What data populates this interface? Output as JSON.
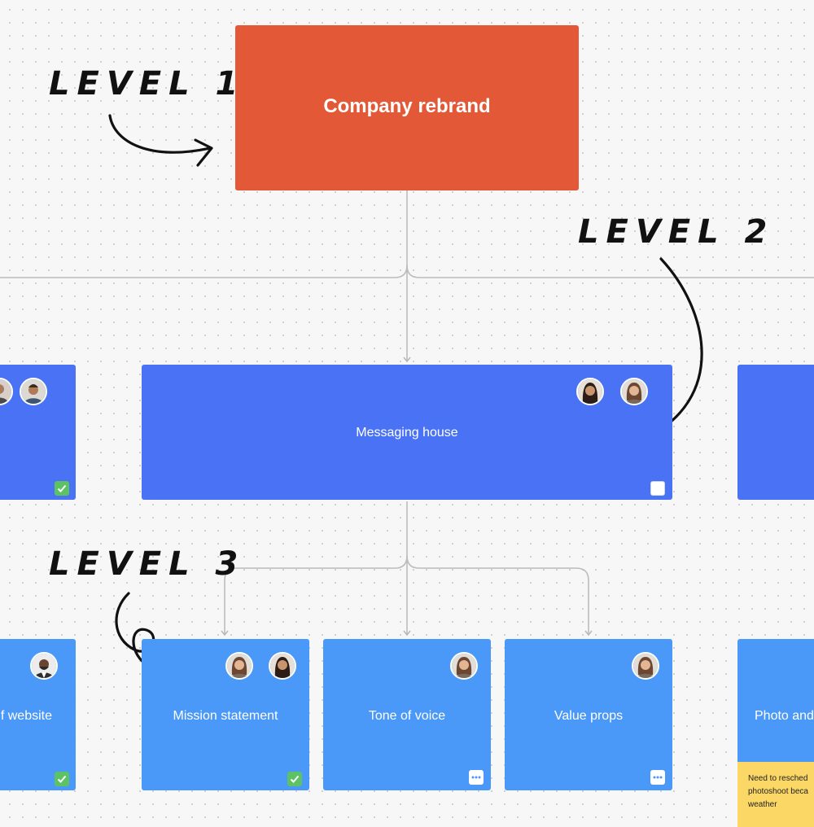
{
  "annotations": {
    "level1": "LEVEL 1",
    "level2": "LEVEL 2",
    "level3": "LEVEL 3"
  },
  "root": {
    "title": "Company rebrand",
    "color": "#e35836"
  },
  "level2": {
    "color": "#4a72f5",
    "center": {
      "title": "Messaging house",
      "status": "unchecked"
    },
    "left": {
      "status": "checked"
    }
  },
  "level3": {
    "color": "#4a98f7",
    "left_partial": {
      "title": "f website",
      "status": "checked"
    },
    "mission": {
      "title": "Mission statement",
      "status": "checked"
    },
    "tone": {
      "title": "Tone of voice",
      "status": "more"
    },
    "value": {
      "title": "Value props",
      "status": "more"
    },
    "right_partial": {
      "title": "Photo and"
    }
  },
  "sticky_note": {
    "text": "Need to resched\nphotoshoot beca\nweather",
    "color": "#fbd766"
  },
  "icons": [
    "avatar",
    "checkbox-checked-icon",
    "checkbox-empty-icon",
    "more-options-icon",
    "arrow-icon"
  ]
}
